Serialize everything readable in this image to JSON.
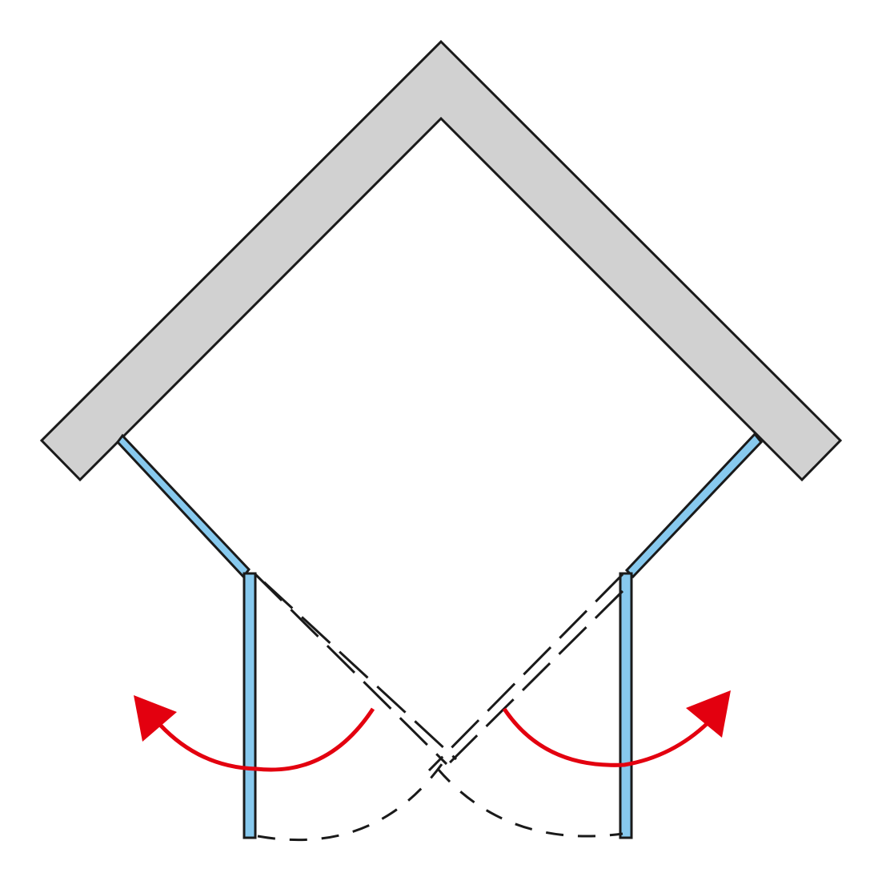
{
  "diagram": {
    "kind": "corner-shower-enclosure-plan",
    "colors": {
      "background": "#ffffff",
      "wall_fill": "#d1d1d1",
      "outline": "#1a1a1a",
      "glass_fill": "#87c9ee",
      "arrow": "#e3000f"
    },
    "elements": {
      "walls": "corner-wall",
      "fixed_panels": [
        "left-fixed-panel",
        "right-fixed-panel"
      ],
      "doors": [
        "left-door",
        "right-door"
      ],
      "door_closed_positions": [
        "left-door-closed-position",
        "right-door-closed-position"
      ],
      "door_swings": [
        "left-door-swing",
        "right-door-swing"
      ],
      "swing_arrows": [
        "left-swing-arrow",
        "right-swing-arrow"
      ]
    }
  }
}
